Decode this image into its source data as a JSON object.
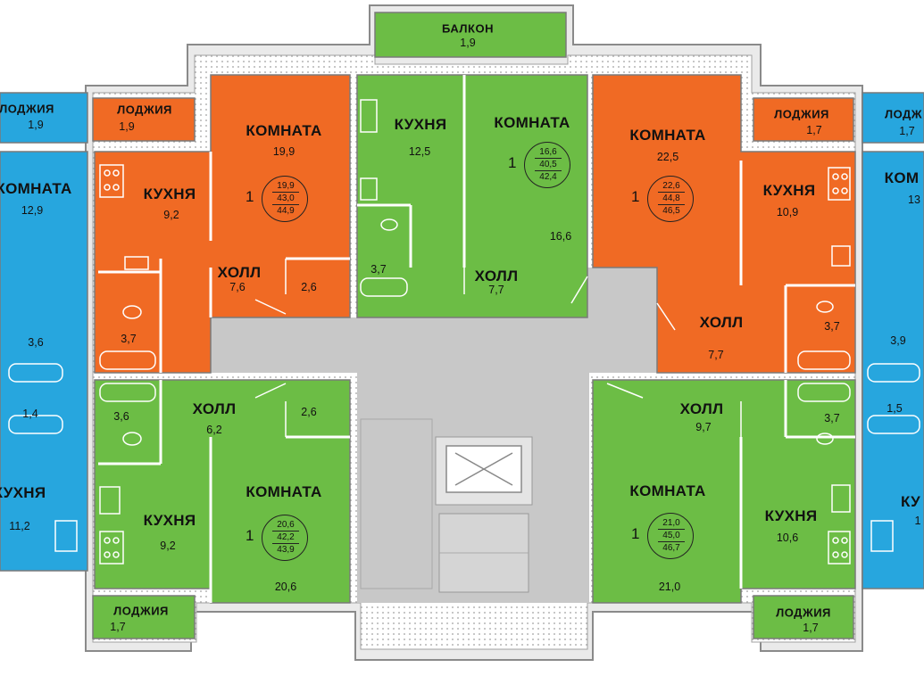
{
  "colors": {
    "orange": "#f06a24",
    "green": "#6cbd45",
    "blue": "#27a6de",
    "common_area": "#c8c8c8",
    "wall": "#8a8a8a"
  },
  "balcony_top": {
    "label": "БАЛКОН",
    "area": "1,9"
  },
  "apartments": {
    "orange_left": {
      "room_label": "КОМНАТА",
      "room_area": "19,9",
      "kitchen_label": "КУХНЯ",
      "kitchen_area": "9,2",
      "hall_label": "ХОЛЛ",
      "hall_area": "7,6",
      "closet_area": "2,6",
      "bath_area": "3,7",
      "loggia_label": "ЛОДЖИЯ",
      "loggia_area": "1,9",
      "badge": {
        "rooms": "1",
        "living": "19,9",
        "total": "43,0",
        "total_with_loggia": "44,9"
      }
    },
    "green_top": {
      "room_label": "КОМНАТА",
      "room_area": "16,6",
      "kitchen_label": "КУХНЯ",
      "kitchen_area": "12,5",
      "hall_label": "ХОЛЛ",
      "hall_area": "7,7",
      "bath_area": "3,7",
      "badge": {
        "rooms": "1",
        "living": "16,6",
        "total": "40,5",
        "total_with_loggia": "42,4"
      }
    },
    "orange_right": {
      "room_label": "КОМНАТА",
      "room_area": "22,5",
      "kitchen_label": "КУХНЯ",
      "kitchen_area": "10,9",
      "hall_label": "ХОЛЛ",
      "hall_area": "7,7",
      "bath_area": "3,7",
      "loggia_label": "ЛОДЖИЯ",
      "loggia_area": "1,7",
      "badge": {
        "rooms": "1",
        "living": "22,6",
        "total": "44,8",
        "total_with_loggia": "46,5"
      }
    },
    "green_left": {
      "room_label": "КОМНАТА",
      "room_area": "20,6",
      "kitchen_label": "КУХНЯ",
      "kitchen_area": "9,2",
      "hall_label": "ХОЛЛ",
      "hall_area": "6,2",
      "closet_area": "2,6",
      "bath_area": "3,6",
      "loggia_label": "ЛОДЖИЯ",
      "loggia_area": "1,7",
      "badge": {
        "rooms": "1",
        "living": "20,6",
        "total": "42,2",
        "total_with_loggia": "43,9"
      }
    },
    "green_right": {
      "room_label": "КОМНАТА",
      "room_area": "21,0",
      "kitchen_label": "КУХНЯ",
      "kitchen_area": "10,6",
      "hall_label": "ХОЛЛ",
      "hall_area": "9,7",
      "bath_area": "3,7",
      "loggia_label": "ЛОДЖИЯ",
      "loggia_area": "1,7",
      "badge": {
        "rooms": "1",
        "living": "21,0",
        "total": "45,0",
        "total_with_loggia": "46,7"
      }
    },
    "blue_left": {
      "loggia_label": "ЛОДЖИЯ",
      "loggia_area": "1,9",
      "room_label": "КОМНАТА",
      "room_area": "12,9",
      "bath_area": "3,6",
      "wc_area": "1,4",
      "kitchen_label": "КУХНЯ",
      "kitchen_area": "11,2"
    },
    "blue_right": {
      "loggia_label": "ЛОДЖ",
      "loggia_area": "1,7",
      "room_label": "КОМ",
      "room_area": "13",
      "bath_area": "3,9",
      "wc_area": "1,5",
      "kitchen_label": "КУ",
      "kitchen_area": "1"
    }
  }
}
